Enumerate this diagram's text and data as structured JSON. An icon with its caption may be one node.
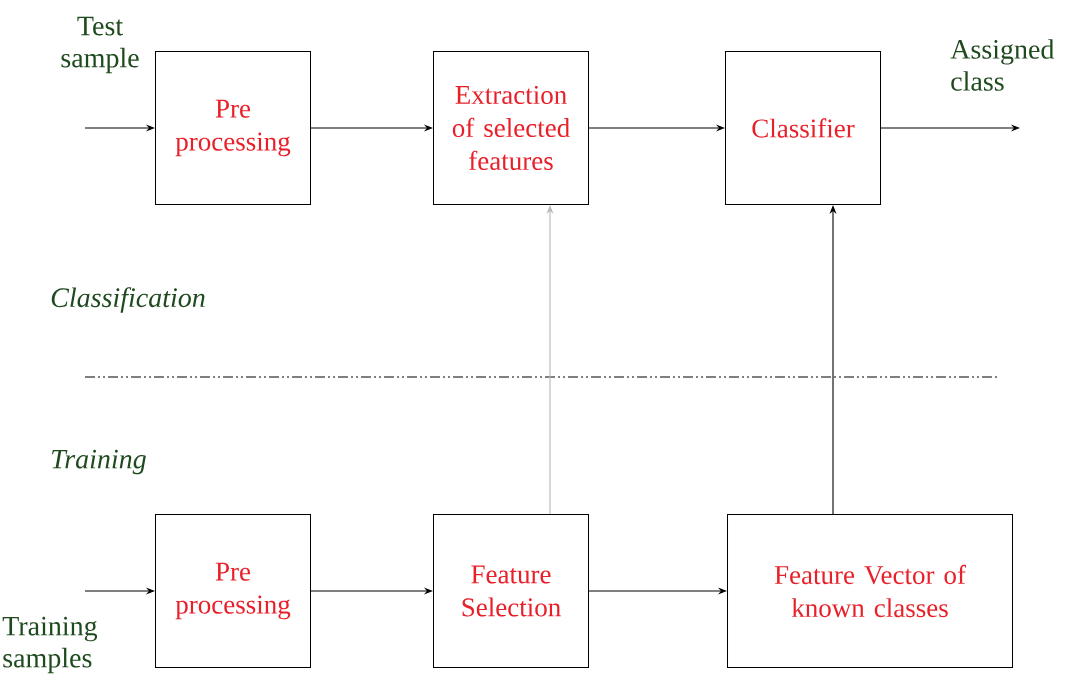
{
  "diagram": {
    "nodes": [
      {
        "text": [
          "Pre processing"
        ]
      },
      {
        "text": [
          "Extraction of selected features"
        ]
      },
      {
        "text": [
          "Classifier"
        ]
      },
      {
        "text": [
          "Pre processing"
        ]
      },
      {
        "text": [
          "Feature Selection"
        ]
      },
      {
        "text": [
          "Feature Vector of known classes"
        ]
      }
    ],
    "edges": [
      {
        "from": null,
        "to": 0,
        "arrow": "to"
      },
      {
        "from": 0,
        "to": 1,
        "arrow": "to"
      },
      {
        "from": 1,
        "to": 2,
        "arrow": "to"
      },
      {
        "from": 2,
        "to": null,
        "arrow": "to"
      },
      {
        "from": null,
        "to": 3,
        "arrow": "to"
      },
      {
        "from": 3,
        "to": 4,
        "arrow": "to"
      },
      {
        "from": 4,
        "to": 5,
        "arrow": "to"
      },
      {
        "from": 4,
        "to": 1,
        "arrow": "to",
        "color": "#b8b8b8"
      },
      {
        "from": 5,
        "to": 2,
        "arrow": "to"
      }
    ],
    "labels": [
      "Test sample",
      "Assigned class",
      "Classification",
      "Training",
      "Training samples"
    ]
  }
}
